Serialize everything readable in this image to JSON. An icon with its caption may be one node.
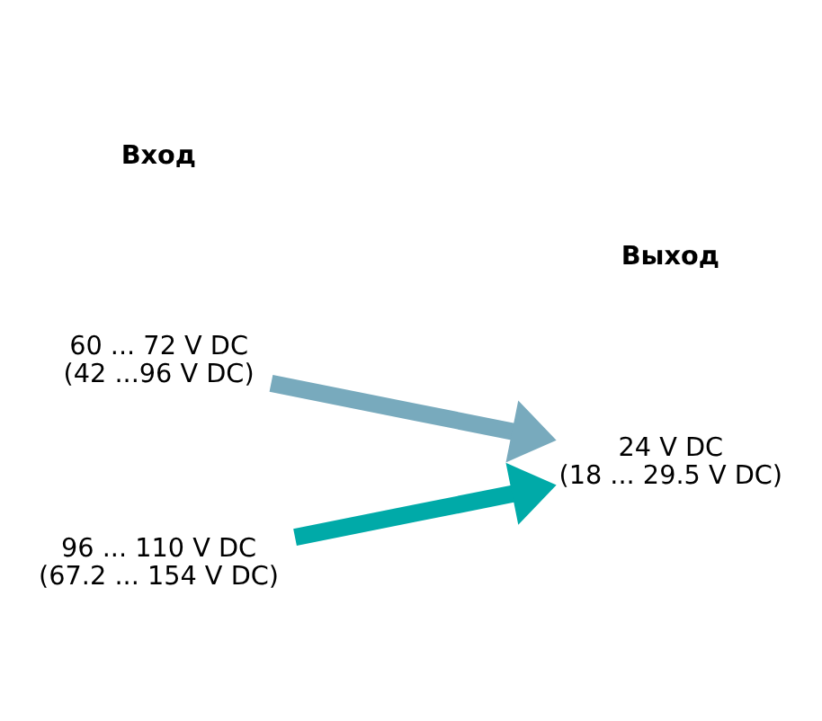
{
  "diagram": {
    "nodes": [
      {
        "text": [
          "60 ... 72 V DC",
          "(42 ...96 V DC)"
        ]
      },
      {
        "text": [
          "24 V DC",
          "(18 ... 29.5 V DC)"
        ]
      },
      {
        "text": [
          "96 ... 110 V DC",
          "(67.2 ... 154 V DC)"
        ]
      }
    ],
    "edges": [
      {
        "from": 0,
        "to": 1,
        "arrow": "to",
        "color": "#78aabd"
      },
      {
        "from": 2,
        "to": 1,
        "arrow": "to",
        "color": "#00aaa8"
      }
    ],
    "labels": [
      "Вход",
      "Выход"
    ]
  }
}
